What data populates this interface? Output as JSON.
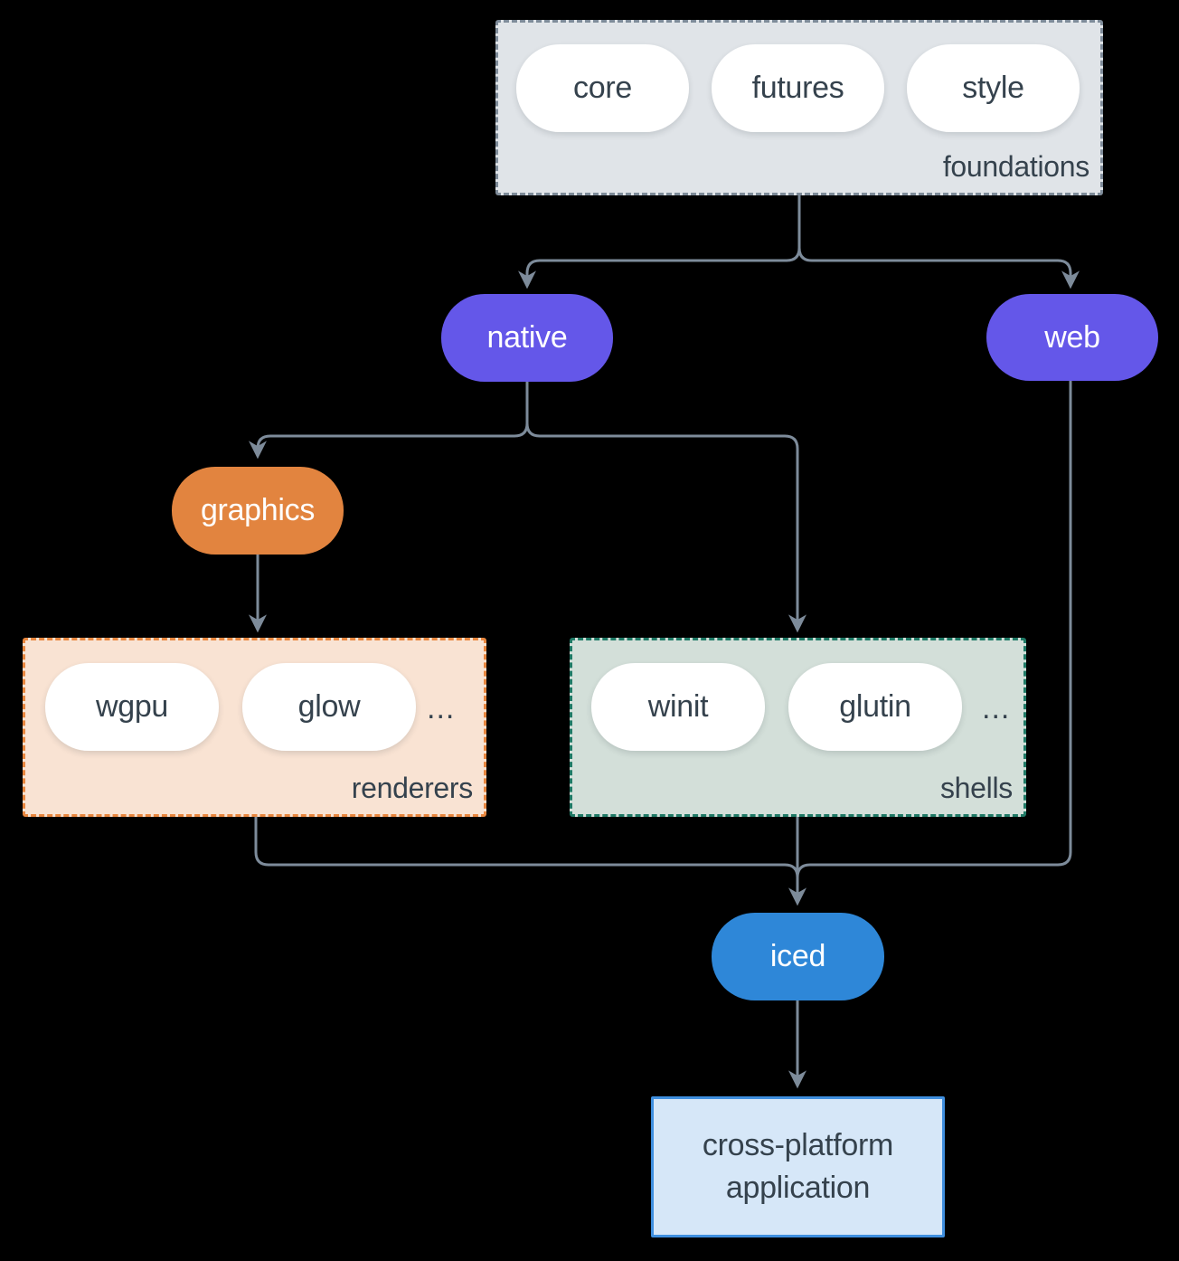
{
  "diagram": {
    "kind": "dependency-graph",
    "background_color": "#000000",
    "edge_color": "#7d8b9a",
    "groups": {
      "foundations": {
        "label": "foundations",
        "fill": "#e0e4e8",
        "border_color": "#7e8b99",
        "border_style": "dashed",
        "pills": [
          "core",
          "futures",
          "style"
        ]
      },
      "renderers": {
        "label": "renderers",
        "fill": "#f9e3d3",
        "border_color": "#e8873f",
        "border_style": "dashed",
        "pills": [
          "wgpu",
          "glow"
        ],
        "more": "..."
      },
      "shells": {
        "label": "shells",
        "fill": "#d3dfd9",
        "border_color": "#1f7a66",
        "border_style": "dashed",
        "pills": [
          "winit",
          "glutin"
        ],
        "more": "..."
      }
    },
    "nodes": {
      "native": {
        "label": "native",
        "fill": "#6457e9",
        "text_color": "#ffffff"
      },
      "web": {
        "label": "web",
        "fill": "#6457e9",
        "text_color": "#ffffff"
      },
      "graphics": {
        "label": "graphics",
        "fill": "#e2843f",
        "text_color": "#ffffff"
      },
      "iced": {
        "label": "iced",
        "fill": "#2e87d8",
        "text_color": "#ffffff"
      },
      "application": {
        "line1": "cross-platform",
        "line2": "application",
        "fill": "#d6e7f8",
        "border_color": "#3f8fdf",
        "text_color": "#35424d"
      }
    },
    "edges": [
      "foundations -> native",
      "foundations -> web",
      "native -> graphics",
      "native -> shells",
      "graphics -> renderers",
      "renderers -> iced",
      "shells -> iced",
      "web -> iced",
      "iced -> application"
    ]
  }
}
